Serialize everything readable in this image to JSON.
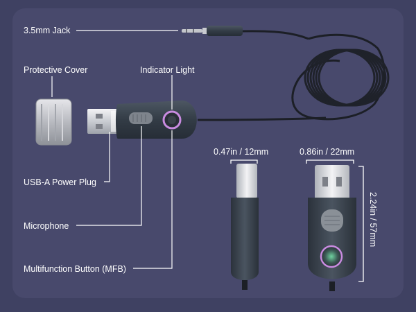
{
  "labels": {
    "jack": "3.5mm Jack",
    "cover": "Protective Cover",
    "indicator": "Indicator Light",
    "usb_plug": "USB-A Power Plug",
    "microphone": "Microphone",
    "mfb": "Multifunction Button (MFB)"
  },
  "dimensions": {
    "thickness": "0.47in / 12mm",
    "width": "0.86in / 22mm",
    "length": "2.24in / 57mm"
  },
  "colors": {
    "background": "#3f4162",
    "panel": "#48496c",
    "device_body": "#3a4450",
    "indicator_ring": "#c98be0",
    "button_glow": "#7fe0a8"
  }
}
